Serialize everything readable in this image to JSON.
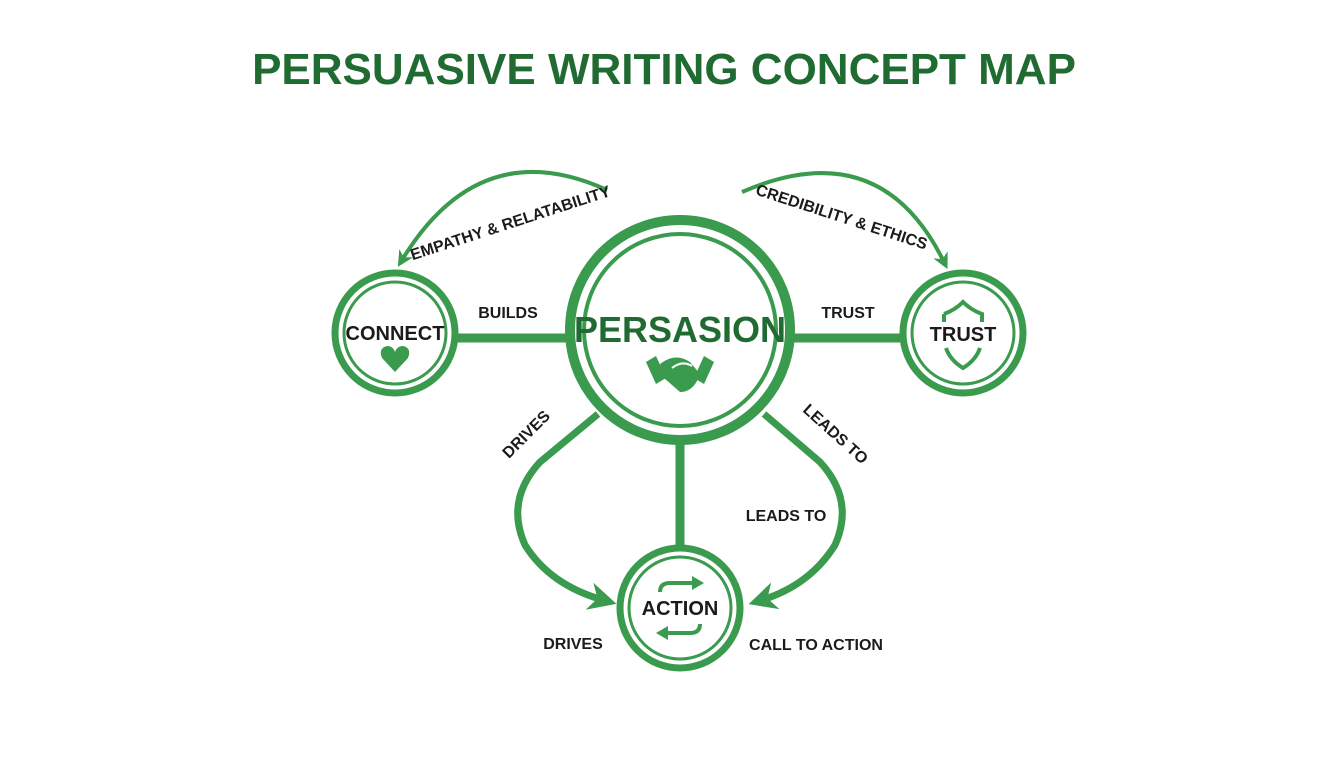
{
  "title": "PERSUASIVE WRITING CONCEPT MAP",
  "colors": {
    "title": "#1f6b32",
    "accent": "#3a9a4e",
    "text": "#1b1b1b"
  },
  "nodes": {
    "center": {
      "label": "PERSASION",
      "icon": "handshake-icon"
    },
    "connect": {
      "label": "CONNECT",
      "icon": "heart-icon"
    },
    "trust": {
      "label": "TRUST",
      "icon": "shield-icon"
    },
    "action": {
      "label": "ACTION",
      "icon": "cycle-arrows-icon"
    }
  },
  "edges": {
    "empathy": "EMPATHY & RELATABILITY",
    "credibility": "CREDIBILITY & ETHICS",
    "builds": "BUILDS",
    "trust": "TRUST",
    "drives_curve": "DRIVES",
    "leads_to_curve": "LEADS TO",
    "leads_to": "LEADS TO",
    "drives": "DRIVES",
    "call_to_action": "CALL TO ACTION"
  }
}
